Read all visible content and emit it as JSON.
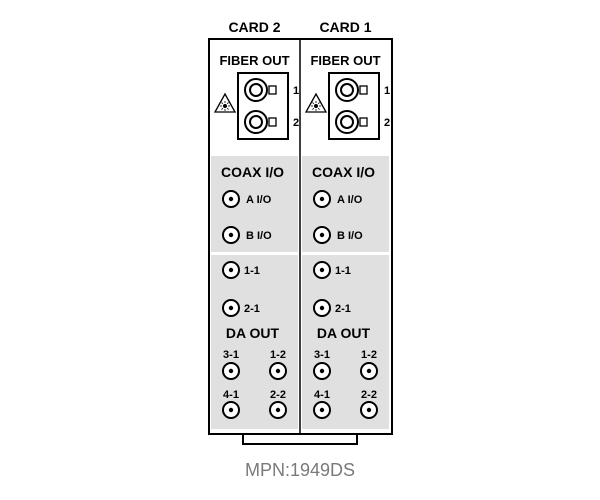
{
  "mpn": "MPN:1949DS",
  "colors": {
    "panel_fill": "#ffffff",
    "section_fill": "#e0e0e0",
    "outline": "#000000",
    "mpn_text": "#7a7a7a"
  },
  "cards": [
    {
      "title": "CARD 2",
      "fiber_out_label": "FIBER OUT",
      "fiber_ports": [
        "1",
        "2"
      ],
      "laser_warning_icon": "laser-warning-icon",
      "coax_label": "COAX I/O",
      "coax_ports": [
        "A I/O",
        "B I/O"
      ],
      "input_ports": [
        "1-1",
        "2-1"
      ],
      "da_out_label": "DA OUT",
      "da_ports": [
        "3-1",
        "1-2",
        "4-1",
        "2-2"
      ]
    },
    {
      "title": "CARD 1",
      "fiber_out_label": "FIBER OUT",
      "fiber_ports": [
        "1",
        "2"
      ],
      "laser_warning_icon": "laser-warning-icon",
      "coax_label": "COAX I/O",
      "coax_ports": [
        "A I/O",
        "B I/O"
      ],
      "input_ports": [
        "1-1",
        "2-1"
      ],
      "da_out_label": "DA OUT",
      "da_ports": [
        "3-1",
        "1-2",
        "4-1",
        "2-2"
      ]
    }
  ]
}
